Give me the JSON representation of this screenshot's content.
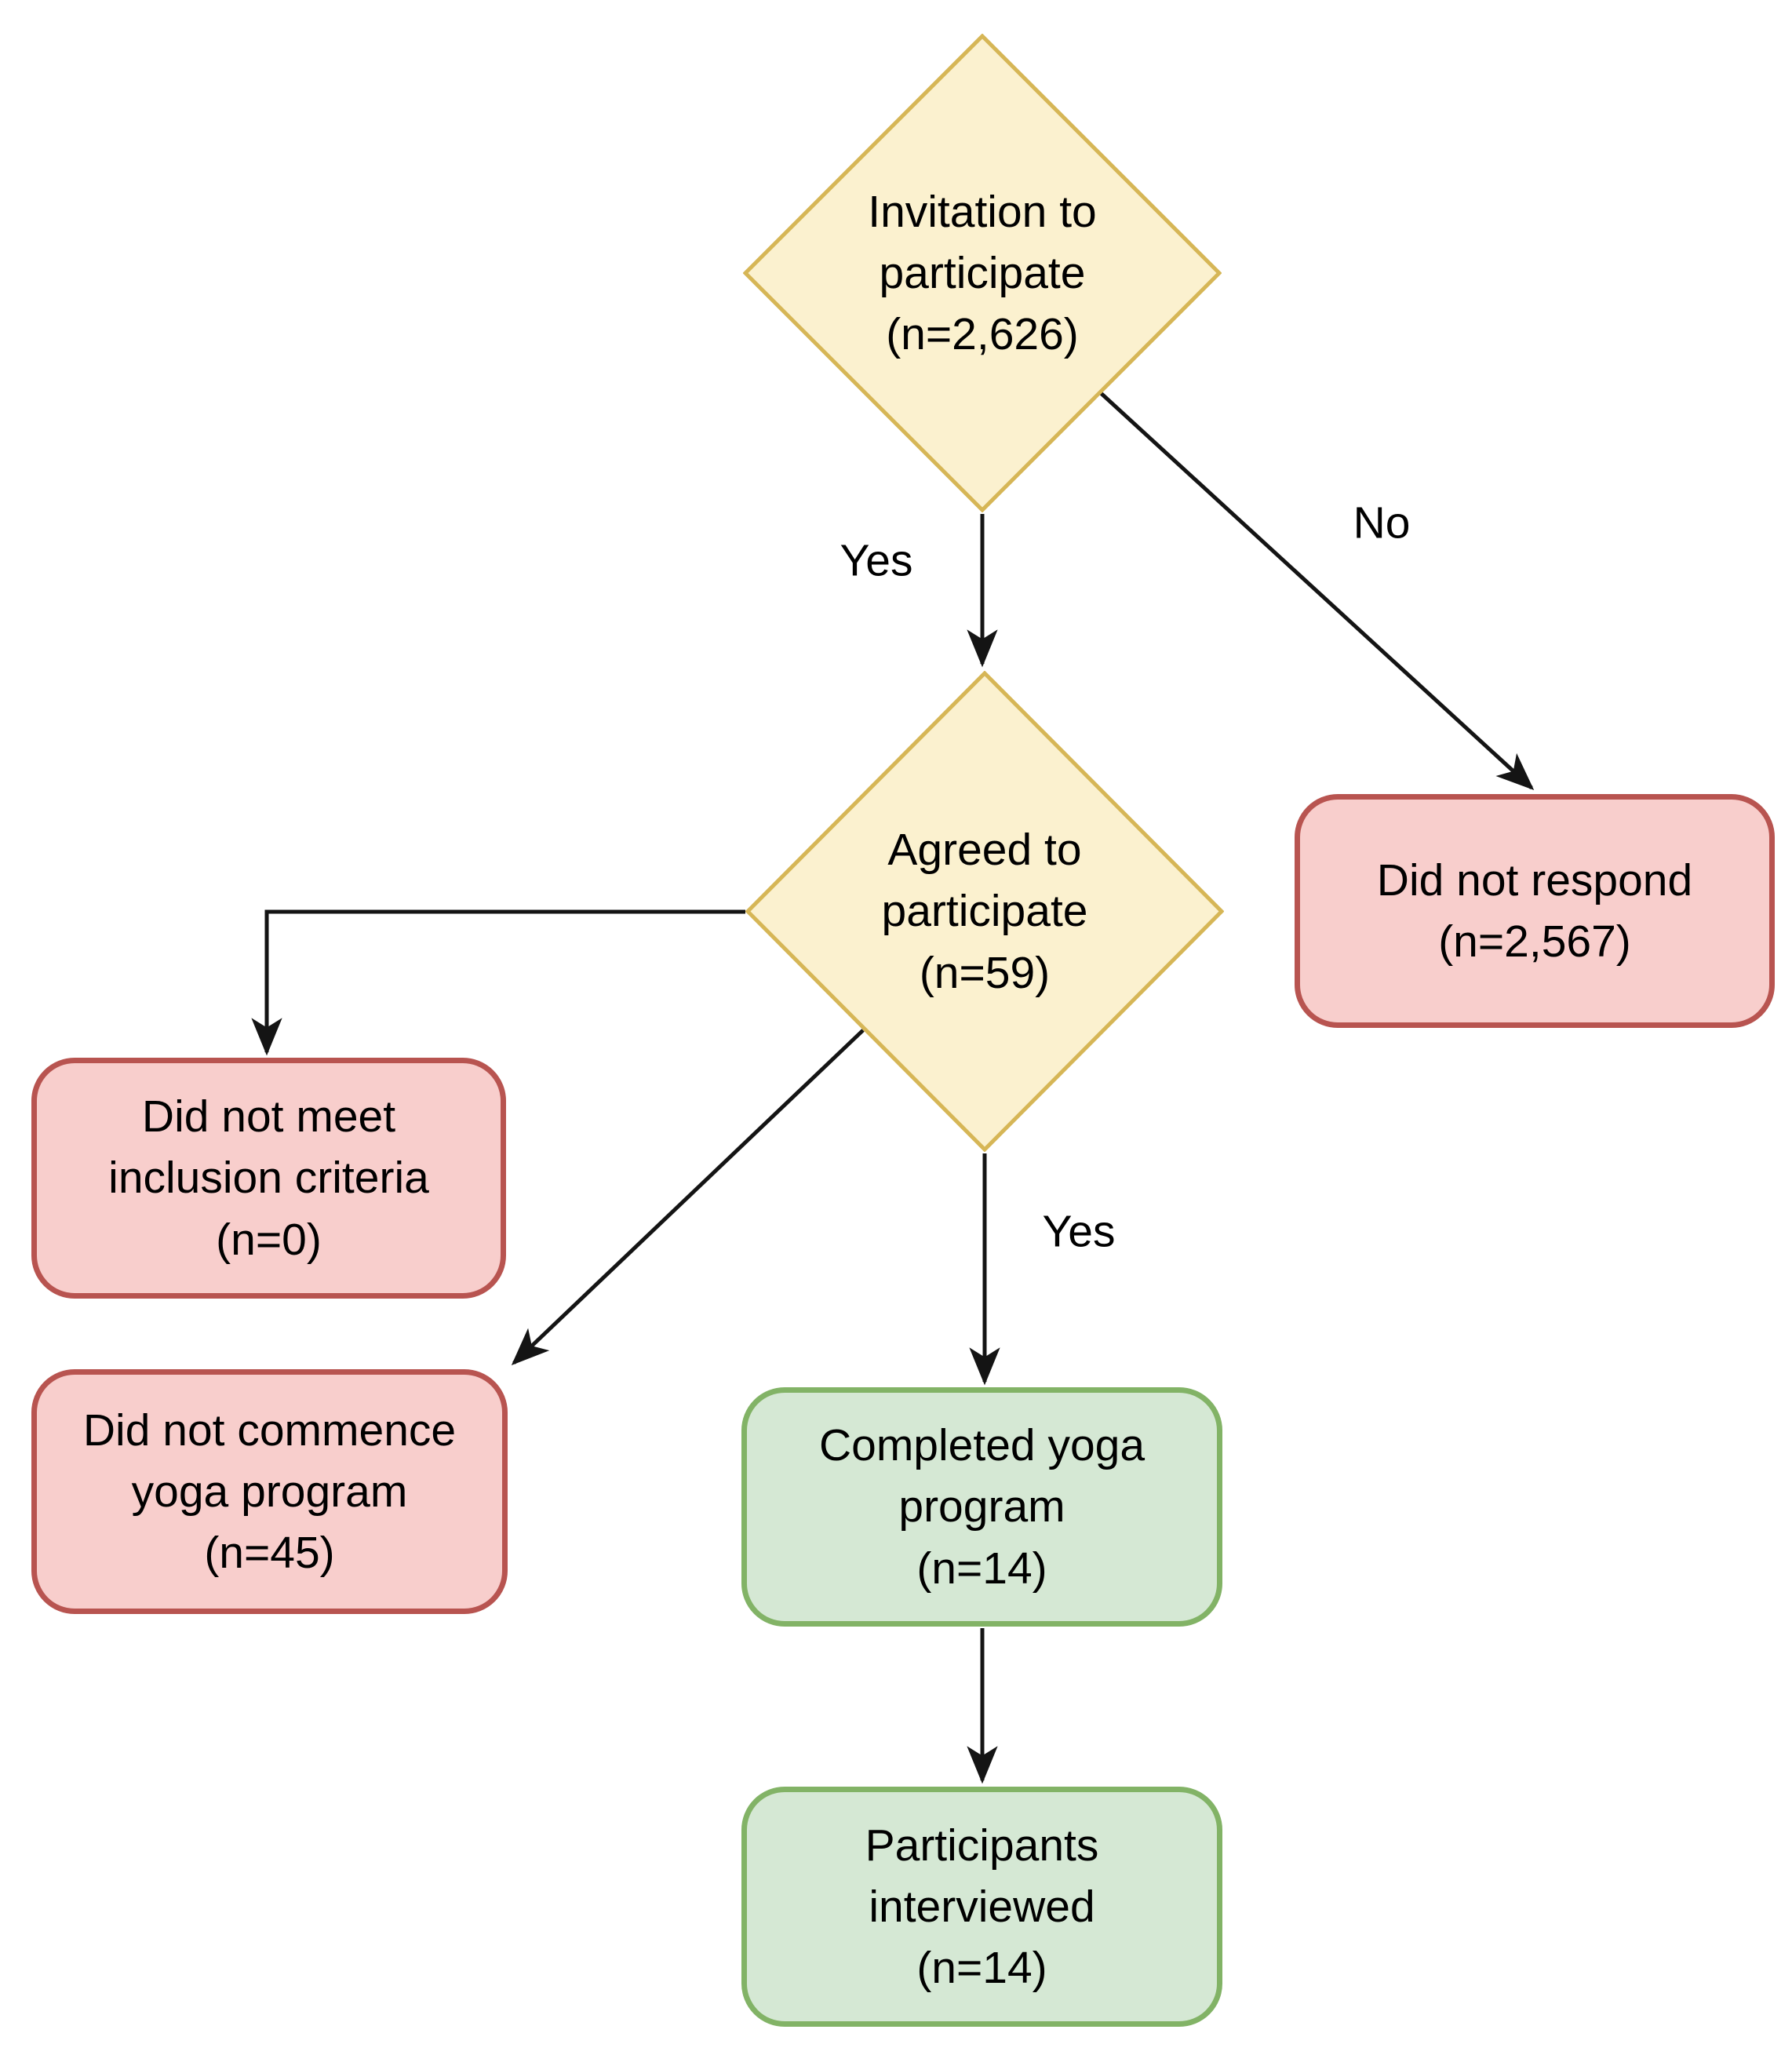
{
  "diagram": {
    "type": "flowchart",
    "background": "#ffffff",
    "colors": {
      "decision_fill": "#FBF1CF",
      "decision_border": "#D6B656",
      "negative_fill": "#F8CECC",
      "negative_border": "#B85450",
      "positive_fill": "#D5E8D4",
      "positive_border": "#82B366",
      "arrow": "#141414",
      "text": "#000000"
    },
    "nodes": {
      "invitation": {
        "type": "decision",
        "text": "Invitation to\nparticipate\n(n=2,626)",
        "n": "2,626"
      },
      "agreed": {
        "type": "decision",
        "text": "Agreed to\nparticipate\n(n=59)",
        "n": "59"
      },
      "did_not_respond": {
        "type": "outcome-negative",
        "text": "Did not respond\n(n=2,567)",
        "n": "2,567"
      },
      "did_not_meet_inclusion": {
        "type": "outcome-negative",
        "text": "Did not meet\ninclusion criteria\n(n=0)",
        "n": "0"
      },
      "did_not_commence": {
        "type": "outcome-negative",
        "text": "Did not commence\nyoga program\n(n=45)",
        "n": "45"
      },
      "completed": {
        "type": "outcome-positive",
        "text": "Completed yoga\nprogram\n(n=14)",
        "n": "14"
      },
      "interviewed": {
        "type": "outcome-positive",
        "text": "Participants\ninterviewed\n(n=14)",
        "n": "14"
      }
    },
    "edges": {
      "invitation_yes": {
        "from": "invitation",
        "to": "agreed",
        "label": "Yes"
      },
      "invitation_no": {
        "from": "invitation",
        "to": "did_not_respond",
        "label": "No"
      },
      "agreed_inclusion": {
        "from": "agreed",
        "to": "did_not_meet_inclusion",
        "label": ""
      },
      "agreed_commence": {
        "from": "agreed",
        "to": "did_not_commence",
        "label": ""
      },
      "agreed_yes": {
        "from": "agreed",
        "to": "completed",
        "label": "Yes"
      },
      "completed_interviewed": {
        "from": "completed",
        "to": "interviewed",
        "label": ""
      }
    },
    "edge_labels": {
      "yes_invitation": {
        "text": "Yes"
      },
      "no_invitation": {
        "text": "No"
      },
      "yes_agreed": {
        "text": "Yes"
      }
    }
  }
}
